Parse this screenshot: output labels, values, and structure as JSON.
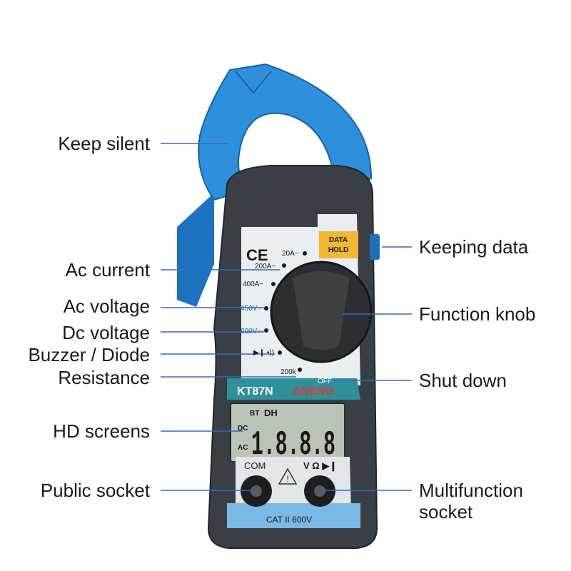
{
  "callouts": {
    "keep_silent": "Keep silent",
    "ac_current": "Ac current",
    "ac_voltage": "Ac voltage",
    "dc_voltage": "Dc voltage",
    "buzzer_diode": "Buzzer / Diode",
    "resistance": "Resistance",
    "hd_screens": "HD screens",
    "public_socket": "Public socket",
    "keeping_data": "Keeping data",
    "function_knob": "Function knob",
    "shut_down": "Shut down",
    "multifunction_socket_line1": "Multifunction",
    "multifunction_socket_line2": "socket"
  },
  "device": {
    "ce_mark": "CE",
    "data_hold_line1": "DATA",
    "data_hold_line2": "HOLD",
    "ranges": {
      "a20": "20A~",
      "a200": "200A~",
      "a400": "400A~",
      "v450": "450V~",
      "v600": "600V⎓",
      "diode": "▶❙ •))",
      "ohm200k": "200k"
    },
    "off_label": "OFF",
    "model": "KT87N",
    "brand": "ANENG",
    "lcd": {
      "digits": "1.8.8.8",
      "dh": "DH",
      "bt": "BT",
      "dc": "DC",
      "ac": "AC"
    },
    "com_label": "COM",
    "v_ohm_label": "V Ω ▶❙",
    "cat_rating": "CAT II 600V"
  },
  "colors": {
    "blue_jaw": "#2e8fdc",
    "body_dark": "#3a3f45",
    "panel_light": "#e9eef1",
    "teal_band": "#2f8f9a",
    "data_hold": "#f2b632",
    "lcd": "#b9c3b6",
    "line": "#2f6fc0"
  }
}
